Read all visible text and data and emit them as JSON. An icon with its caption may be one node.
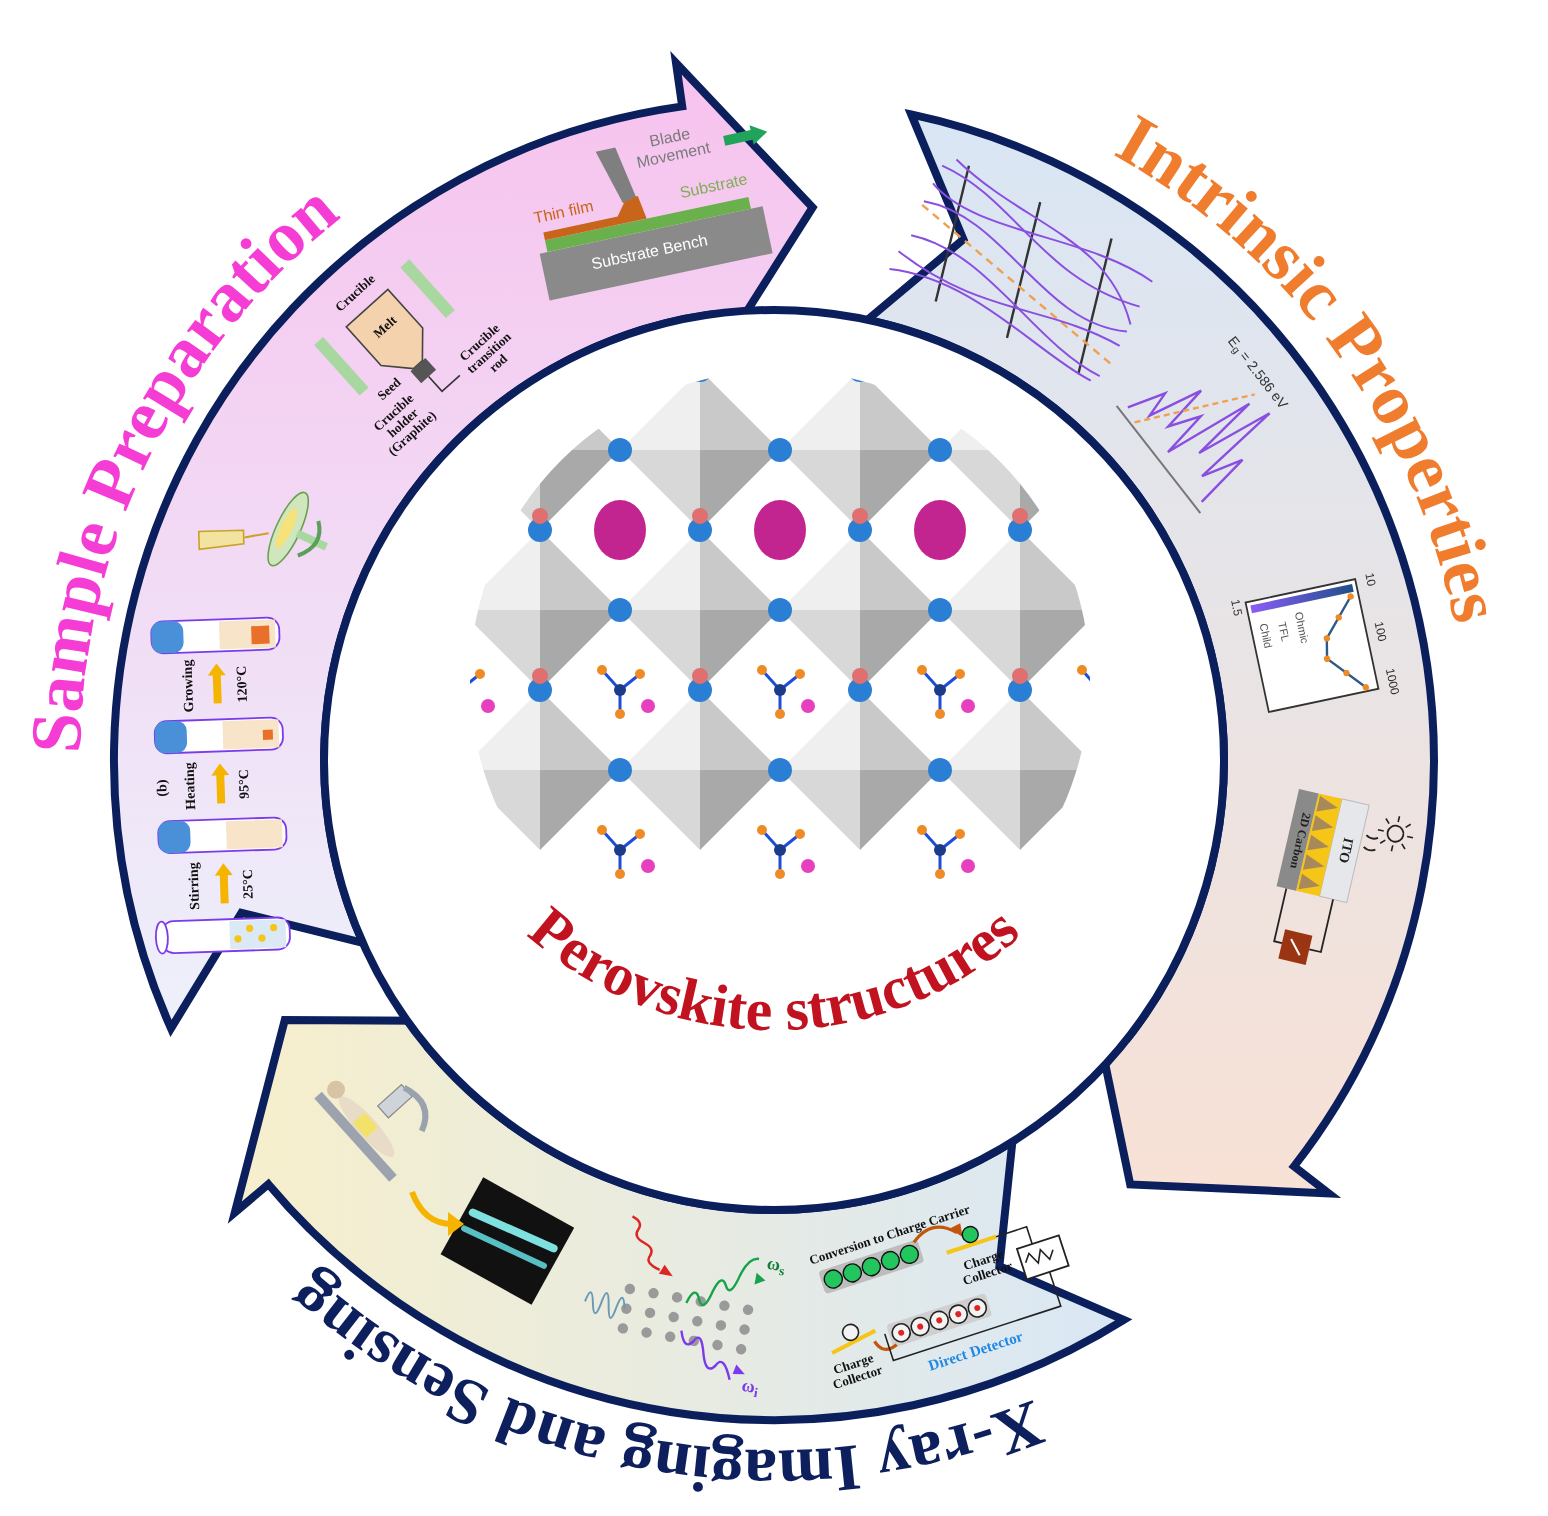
{
  "diagram": {
    "nodes": [
      {
        "text": [
          "Sample Preparation"
        ]
      },
      {
        "text": [
          "Intrinsic Properties"
        ]
      },
      {
        "text": [
          "X-ray Imaging and Sensing"
        ]
      },
      {
        "text": [
          "Perovskite structures"
        ]
      }
    ],
    "labels": [
      "Blade Movement",
      "Thin film",
      "Substrate",
      "Substrate Bench",
      "Crucible",
      "Melt",
      "Seed",
      "Crucible holder (Graphite)",
      "Crucible transition rod",
      "Growing",
      "120°C",
      "(b)",
      "Heating",
      "95°C",
      "Stirring",
      "25°C",
      "E$_{g}$ = 2.586 eV",
      "1000",
      "100",
      "10",
      "1.5",
      "Ohmic",
      "TFL",
      "Child",
      "2D Carbon",
      "ITO",
      "Conversion to Charge Carrier",
      "Charge Collector",
      "Charge Collector",
      "Direct Detector",
      "ω$_{s}$",
      "ω$_{i}$"
    ]
  }
}
